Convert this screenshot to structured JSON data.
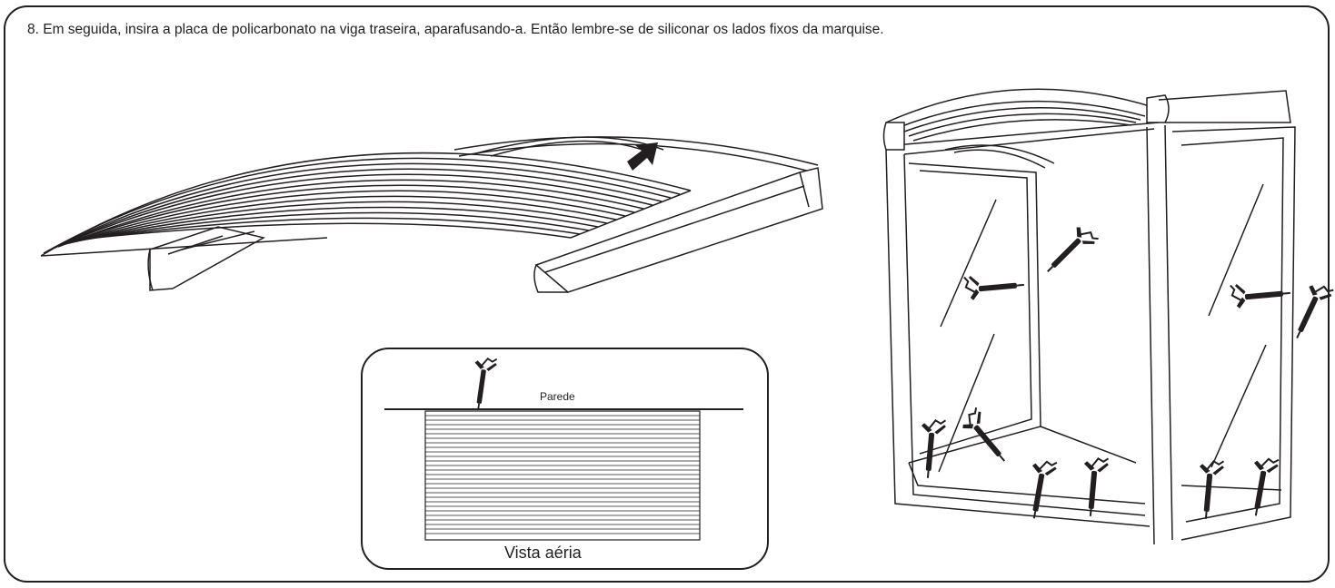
{
  "step": {
    "instruction": "8. Em seguida, insira a placa de policarbonato na viga traseira, aparafusando-a. Então lembre-se de siliconar os lados fixos da marquise."
  },
  "inset": {
    "wall_label": "Parede",
    "caption": "Vista aéria"
  },
  "colors": {
    "line": "#231f20",
    "background": "#ffffff"
  },
  "icons": [
    "arrow-icon",
    "caulking-gun-icon"
  ]
}
